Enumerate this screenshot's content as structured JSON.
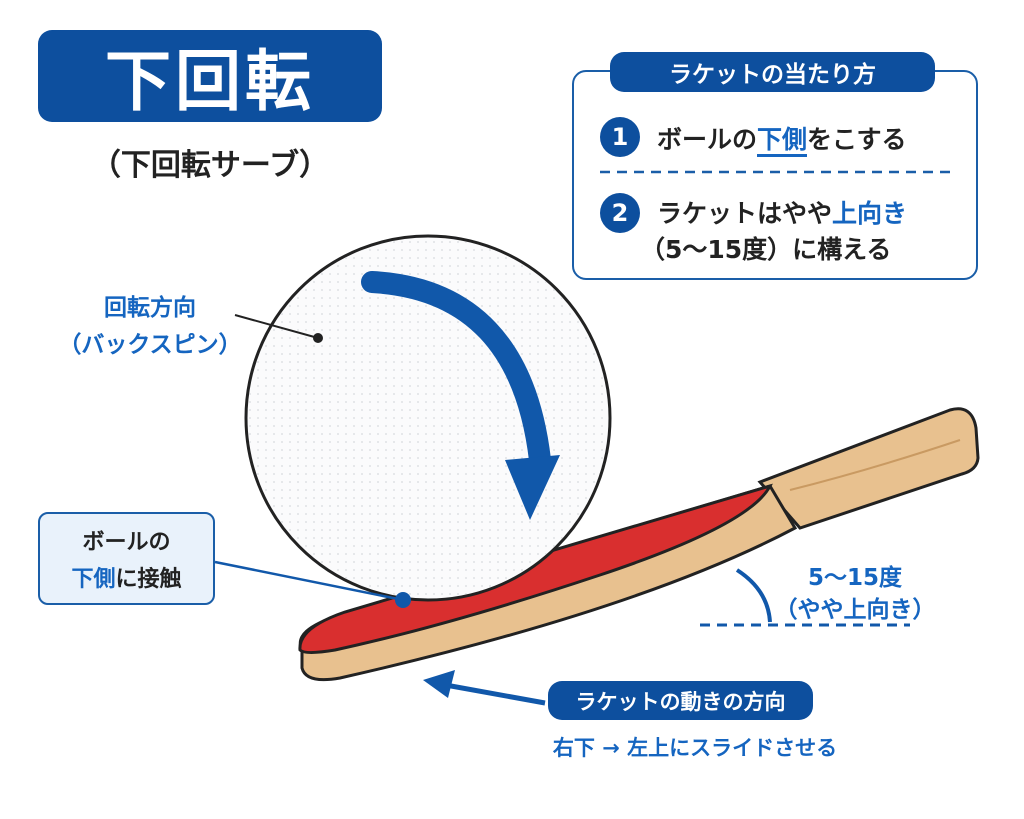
{
  "title": "下回転",
  "subtitle": "（下回転サーブ）",
  "panel": {
    "heading": "ラケットの当たり方",
    "items": [
      {
        "number": "1",
        "prefix": "ボールの",
        "highlight": "下側",
        "suffix": "をこする"
      },
      {
        "number": "2",
        "prefix": "ラケットはやや",
        "highlight": "上向き",
        "line2": "（5〜15度）に構える"
      }
    ]
  },
  "rotation_label": {
    "line1": "回転方向",
    "line2": "（バックスピン）"
  },
  "contact_label": {
    "line1": "ボールの",
    "highlight": "下側",
    "suffix": "に接触"
  },
  "angle_label": {
    "line1": "5〜15度",
    "line2": "（やや上向き）"
  },
  "motion": {
    "pill": "ラケットの動きの方向",
    "description": "右下 → 左上にスライドさせる"
  },
  "colors": {
    "primary_blue": "#0d4f9e",
    "accent_blue": "#1565c0",
    "rubber_red": "#d92f2f",
    "wood": "#e8c18f"
  }
}
